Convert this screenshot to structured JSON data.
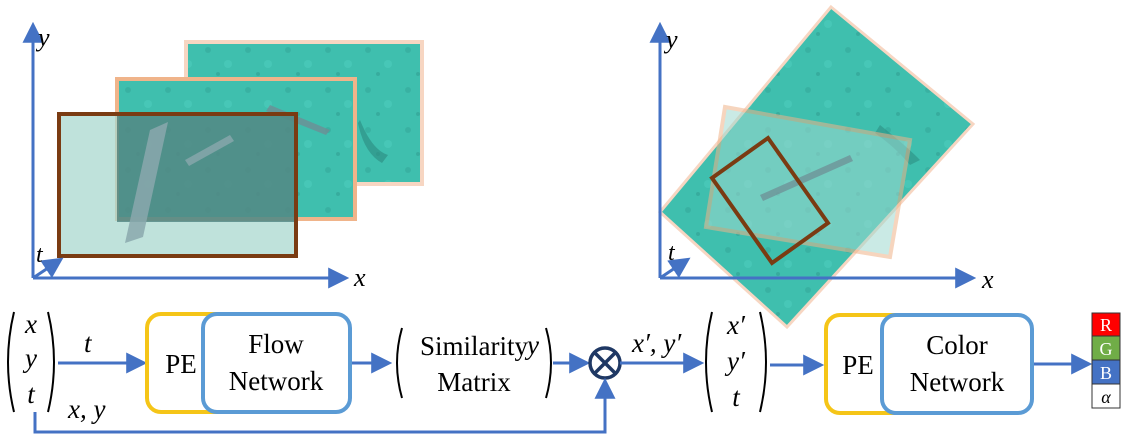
{
  "left_panel": {
    "axis_x": "x",
    "axis_y": "y",
    "axis_t": "t"
  },
  "right_panel": {
    "axis_x": "x",
    "axis_y": "y",
    "axis_t": "t"
  },
  "pipeline": {
    "input_vector": [
      "x",
      "y",
      "t"
    ],
    "edge_t": "t",
    "edge_xy": "x, y",
    "pe_label_1": "PE",
    "flow_network": [
      "Flow",
      "Network"
    ],
    "similarity_matrix": [
      "Similarity",
      "Matrix"
    ],
    "similarity_suffix": "y",
    "operator": "⊗",
    "edge_xprime": "x′, y′",
    "output_vector": [
      "x′",
      "y′",
      "t"
    ],
    "pe_label_2": "PE",
    "color_network": [
      "Color",
      "Network"
    ],
    "outputs": [
      "R",
      "G",
      "B",
      "α"
    ]
  },
  "colors": {
    "arrow": "#4472c4",
    "pe_border": "#f5c518",
    "network_border": "#5b9bd5",
    "frame_dark": "#7a3b12",
    "frame_mid": "#f0b48a",
    "frame_light": "#f7d6c2",
    "water": "#3fbfae",
    "out_r": "#ff0000",
    "out_g": "#70ad47",
    "out_b": "#4472c4",
    "out_a": "#ffffff"
  }
}
